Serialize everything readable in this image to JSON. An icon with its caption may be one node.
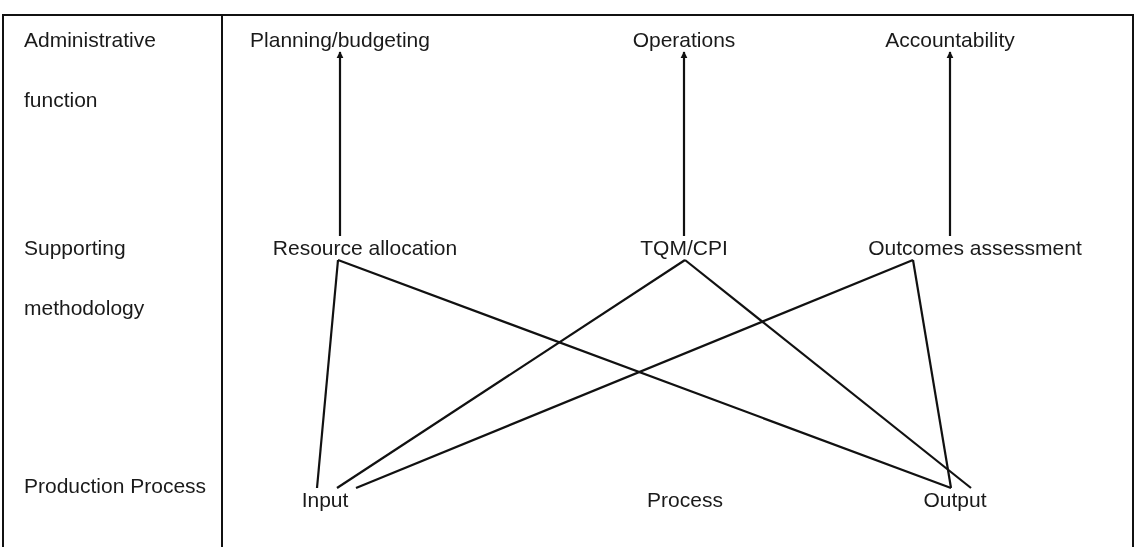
{
  "diagram": {
    "nodes": [
      {
        "text": [
          "Planning/budgeting"
        ]
      },
      {
        "text": [
          "Operations"
        ]
      },
      {
        "text": [
          "Accountability"
        ]
      },
      {
        "text": [
          "Resource allocation"
        ]
      },
      {
        "text": [
          "TQM/CPI"
        ]
      },
      {
        "text": [
          "Outcomes assessment"
        ]
      },
      {
        "text": [
          "Input"
        ]
      },
      {
        "text": [
          "Process"
        ]
      },
      {
        "text": [
          "Output"
        ]
      }
    ],
    "edges": [
      {
        "from": 3,
        "to": 0,
        "arrow": "to"
      },
      {
        "from": 4,
        "to": 1,
        "arrow": "to"
      },
      {
        "from": 5,
        "to": 2,
        "arrow": "to"
      },
      {
        "from": 3,
        "to": 6,
        "arrow": "none"
      },
      {
        "from": 3,
        "to": 8,
        "arrow": "none"
      },
      {
        "from": 4,
        "to": 6,
        "arrow": "none"
      },
      {
        "from": 4,
        "to": 8,
        "arrow": "none"
      },
      {
        "from": 5,
        "to": 6,
        "arrow": "none"
      },
      {
        "from": 5,
        "to": 8,
        "arrow": "none"
      }
    ],
    "labels": [
      "Administrative function",
      "Supporting methodology",
      "Production Process"
    ]
  }
}
